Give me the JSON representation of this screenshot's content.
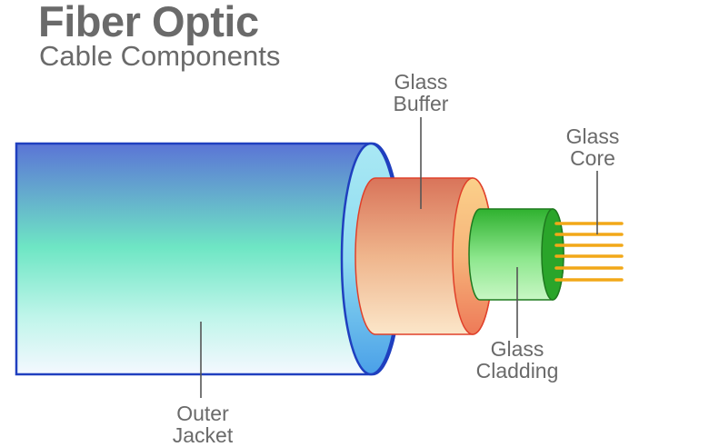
{
  "header": {
    "title": "Fiber Optic",
    "subtitle": "Cable Components"
  },
  "labels": {
    "glass_buffer": {
      "line1": "Glass",
      "line2": "Buffer"
    },
    "glass_core": {
      "line1": "Glass",
      "line2": "Core"
    },
    "glass_cladding": {
      "line1": "Glass",
      "line2": "Cladding"
    },
    "outer_jacket": {
      "line1": "Outer",
      "line2": "Jacket"
    }
  },
  "colors": {
    "text": "#6a6a6a",
    "jacket_top": "#5b78d8",
    "jacket_mid": "#6fe8c0",
    "jacket_bottom": "#f2f7ff",
    "jacket_outline": "#1f3fbf",
    "buffer": "#e58a6a",
    "buffer_outline": "#e0402a",
    "cladding": "#39c43a",
    "cladding_outline": "#1f7a1f",
    "core_fibers": "#f2a818"
  }
}
